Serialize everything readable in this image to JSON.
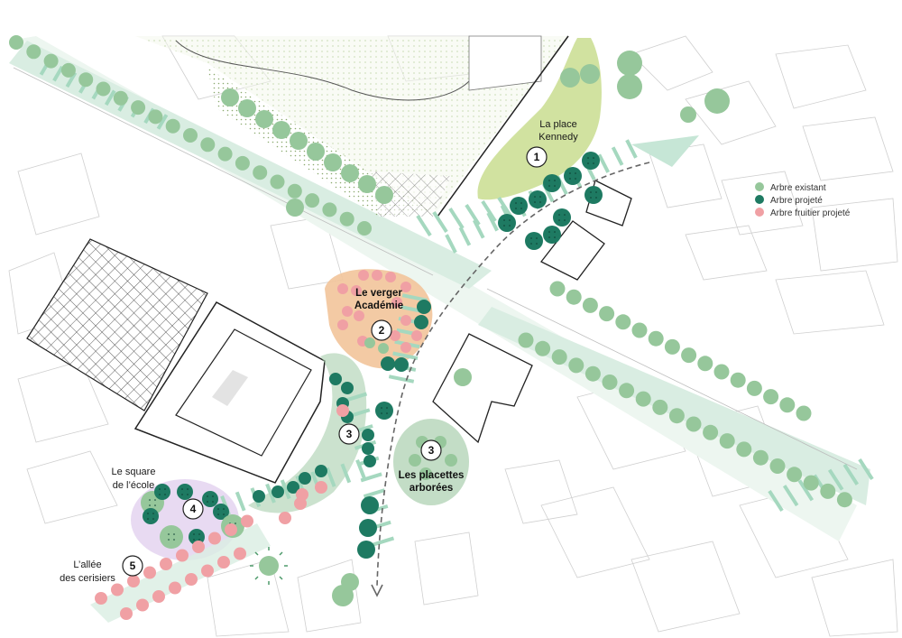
{
  "colors": {
    "arbre_existant": "#96c79b",
    "arbre_projete": "#1e7a62",
    "arbre_fruitier": "#f0a0a4",
    "zone_kennedy": "#c9dd8f",
    "zone_verger": "#f2c49a",
    "zone_square": "#e4d3f0",
    "zone_placettes": "#a9cfae",
    "voie_verte": "#d9ede2",
    "passage": "#a5d8bf"
  },
  "legend": {
    "items": [
      {
        "key": "arbre_existant",
        "label": "Arbre existant"
      },
      {
        "key": "arbre_projete",
        "label": "Arbre projeté"
      },
      {
        "key": "arbre_fruitier",
        "label": "Arbre fruitier  projeté"
      }
    ]
  },
  "places": {
    "kennedy": {
      "line1": "La place",
      "line2": "Kennedy",
      "number": "1"
    },
    "verger": {
      "line1": "Le verger",
      "line2": "Académie",
      "number": "2"
    },
    "ecole": {
      "number": "3"
    },
    "placettes": {
      "line1": "Les placettes",
      "line2": "arborées",
      "number": "3"
    },
    "square": {
      "line1": "Le square",
      "line2": "de l’école",
      "number": "4"
    },
    "allee": {
      "line1": "L’allée",
      "line2": "des cerisiers",
      "number": "5"
    }
  }
}
